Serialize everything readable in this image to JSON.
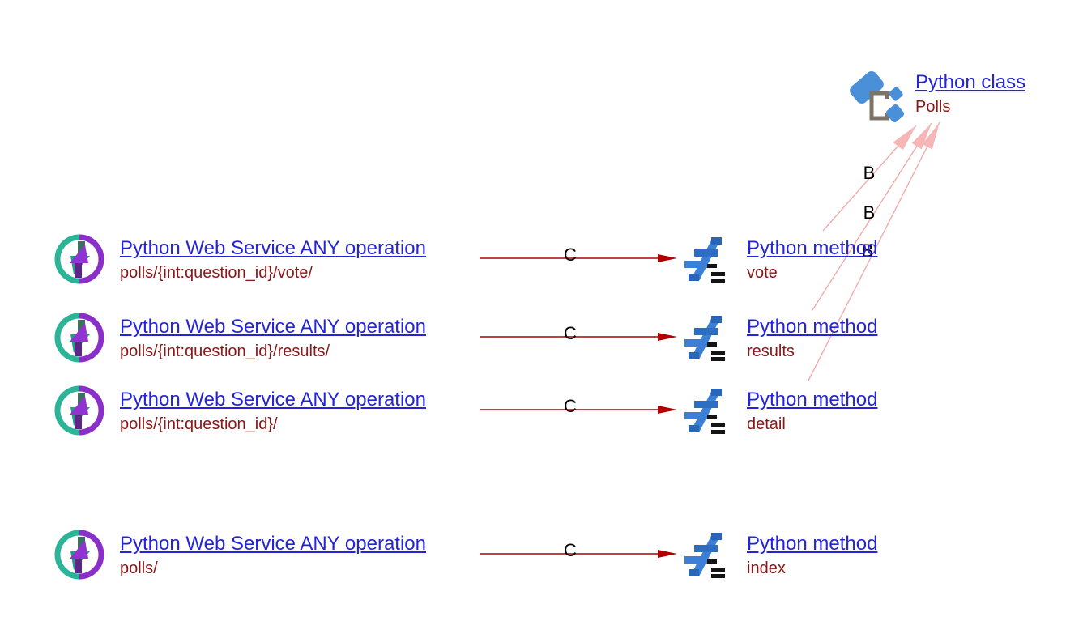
{
  "diagram_type": "code-dependency-diagram",
  "class_node": {
    "title": "Python class",
    "name": "Polls",
    "icon": "python-class-icon"
  },
  "rows": [
    {
      "service_label": "Python Web Service ANY operation",
      "service_path": "polls/{int:question_id}/vote/",
      "edge_label": "C",
      "method_label": "Python method",
      "method_name": "vote",
      "service_icon": "web-service-icon",
      "method_icon": "python-method-icon"
    },
    {
      "service_label": "Python Web Service ANY operation",
      "service_path": "polls/{int:question_id}/results/",
      "edge_label": "C",
      "method_label": "Python method",
      "method_name": "results",
      "service_icon": "web-service-icon",
      "method_icon": "python-method-icon"
    },
    {
      "service_label": "Python Web Service ANY operation",
      "service_path": "polls/{int:question_id}/",
      "edge_label": "C",
      "method_label": "Python method",
      "method_name": "detail",
      "service_icon": "web-service-icon",
      "method_icon": "python-method-icon"
    },
    {
      "service_label": "Python Web Service ANY operation",
      "service_path": "polls/",
      "edge_label": "C",
      "method_label": "Python method",
      "method_name": "index",
      "service_icon": "web-service-icon",
      "method_icon": "python-method-icon"
    }
  ],
  "class_edges": [
    {
      "label": "B",
      "from_method": "vote"
    },
    {
      "label": "B",
      "from_method": "results"
    },
    {
      "label": "B",
      "from_method": "detail"
    }
  ],
  "palette": {
    "link_blue": "#2424d8",
    "text_dark_red": "#8b1717",
    "call_arrow_red": "#b00000",
    "reference_arrow_pink": "#f2abab",
    "service_teal": "#2bb498",
    "service_purple": "#8b2fc9",
    "method_blue": "#3b7fd6",
    "class_blue": "#4a90d9",
    "bracket_gray": "#7c7468",
    "edge_label_black": "#000000"
  }
}
